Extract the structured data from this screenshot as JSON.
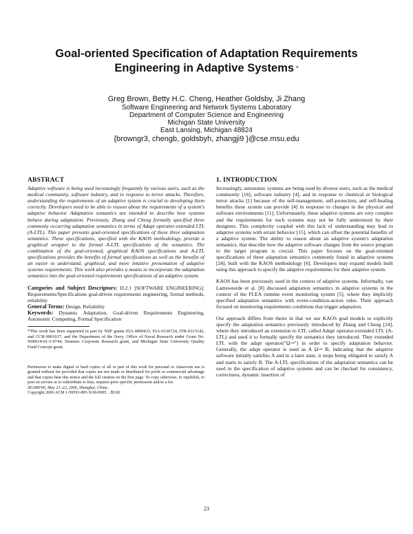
{
  "title": {
    "line1": "Goal-oriented Specification of Adaptation Requirements",
    "line2": "Engineering in Adaptive Systems",
    "marker": "*"
  },
  "authors": {
    "names": "Greg Brown, Betty H.C. Cheng, Heather Goldsby, Ji Zhang",
    "affiliation1": "Software Engineering and Network Systems Laboratory",
    "affiliation2": "Department of Computer Science and Engineering",
    "affiliation3": "Michigan State University",
    "affiliation4": "East Lansing, Michigan 48824",
    "email": "{browngr3, chengb, goldsbyh, zhangji9 }@cse.msu.edu"
  },
  "abstract": {
    "heading": "ABSTRACT",
    "text": "Adaptive software is being used increasingly frequently by various users, such as the medical community, software industry, and in response to terror attacks. Therefore, understanding the requirements of an adaptive system is crucial to developing them correctly. Developers need to be able to reason about the requirements of a system's adaptive behavior. Adaptation semantics are intended to describe how systems behave during adaptation. Previously, Zhang and Cheng formally specified three commonly occurring adaptation semantics in terms of Adapt operator-extended LTL (A-LTL). This paper presents goal-oriented specifications of these three adaptation semantics. These specifications, specified with the KAOS methodology, provide a graphical wrapper to the formal A-LTL specifications of the semantics. The combination of the goal-oriented, graphical KAOS specifications and A-LTL specifications provides the benefits of formal specifications as well as the benefits of an easier to understand, graphical, and more intuitive presentation of adaptive systems requirements. This work also provides a means to incorporate the adaptation semantics into the goal-oriented requirements specifications of an adaptive system."
  },
  "categories": {
    "label": "Categories and Subject Descriptors:",
    "text": " D.2.1 [SOFTWARE ENGINEERING]: Requirements/Specifications goal-driven requirements engineering, formal methods, reliability"
  },
  "general_terms": {
    "label": "General Terms:",
    "text": " Design, Reliability"
  },
  "keywords": {
    "label": "Keywords:",
    "text": " Dynamic Adaptation, Goal-driven Requirements Engineering, Autonomic Computing, Formal Specification"
  },
  "footnote": "*This work has been supported in part by NSF grants EIA-0000433, EIA-0130724, ITR-0313142, and CCR-9901017, and the Department of the Navy, Office of Naval Research under Grant No. N00014-01-1-0744, Siemens Corporate Research grant, and Michigan State University Quality Fund Concept grant.",
  "permission": {
    "text": "Permission to make digital or hard copies of all or part of this work for personal or classroom use is granted without fee provided that copies are not made or distributed for profit or commercial advantage and that copies bear this notice and the full citation on the first page. To copy otherwise, to republish, to post on servers or to redistribute to lists, requires prior specific permission and/or a fee.",
    "venue": "SEAMS'06, May 21–22, 2006, Shanghai, China.",
    "copyright": "Copyright 2006 ACM 1-59593-085-X/06/0005 ...$5.00"
  },
  "intro": {
    "heading": "1.   INTRODUCTION",
    "p1": "Increasingly, autonomic systems are being used by diverse users, such as the medical community [16], software industry [4], and in response to chemical or biological terror attacks [1] because of the self-management, self-protection, and self-healing benefits these system can provide [4] in response to changes in the physical and software environments [11]. Unfortunately, these adaptive systems are very complex and the requirements for such systems may not be fully understood by their designers. This complexity coupled with this lack of understanding may lead to adaptive systems with errant behavior [15], which can offset the potential benefits of a adaptive system. The ability to reason about an adaptive system's adaptation semantics, that describe how the adaptive software changes from the source program to the target program is crucial. This paper focuses on the goal-oriented specifications of three adaptation semantics commonly found in adaptive systems [24], built with the KAOS methodology [6]. Developers may expand models built using this approach to specify the adaptive requirements for their adaptive system.",
    "p2": "KAOS has been previously used in the context of adaptive systems. Informally, van Lamsweerde et al. [8] discussed adaptation semantics in adaptive systems in the context of the FLEA runtime event monitoring system [5], where they implicitly specified adaptation semantics with event-condition-action rules. Their approach focused on monitoring requirements conditions that trigger adaptation.",
    "p3": "Our approach differs from theirs in that we use KAOS goal models to explicitly specify the adaptation semantics previously introduced by Zhang and Cheng [24], where they introduced an extension to LTL called Adapt operator-extended LTL (A-LTL) and used it to formally specify the semantics they introduced. They extended LTL with the adapt operator(\"Ω⇀\") in order to specify adaptation behavior. Generally, the adapt operator is used as A Ω⇀ B, indicating that the adaptive software initially satisfies A and in a later state, it stops being obligated to satisfy A and starts to satisfy B. The A-LTL specifications of the adaptation semantics can be used in the specification of adaptive systems and can be checked for consistency, correctness, dynamic insertion of"
  },
  "page_number": "23"
}
